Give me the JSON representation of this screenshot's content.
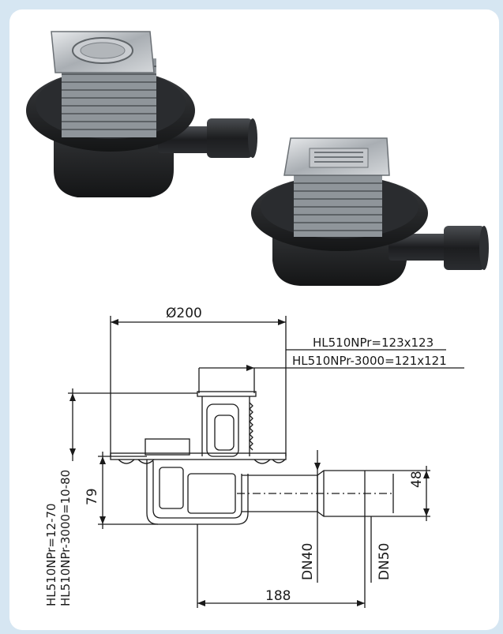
{
  "photos": {
    "product_1": "drain-product-photo-angled",
    "product_2": "drain-product-photo-side"
  },
  "drawing": {
    "diameter_label": "Ø200",
    "model_label_1": "HL510NPr=123x123",
    "model_label_2": "HL510NPr-3000=121x121",
    "height_label_79": "79",
    "height_label_48": "48",
    "width_label_188": "188",
    "pipe_label_dn40": "DN40",
    "pipe_label_dn50": "DN50",
    "range_label_1": "HL510NPr=12-70",
    "range_label_2": "HL510NPr-3000=10-80"
  },
  "colors": {
    "background": "#d6e6f2",
    "card": "#ffffff",
    "line": "#1a1a1a"
  }
}
